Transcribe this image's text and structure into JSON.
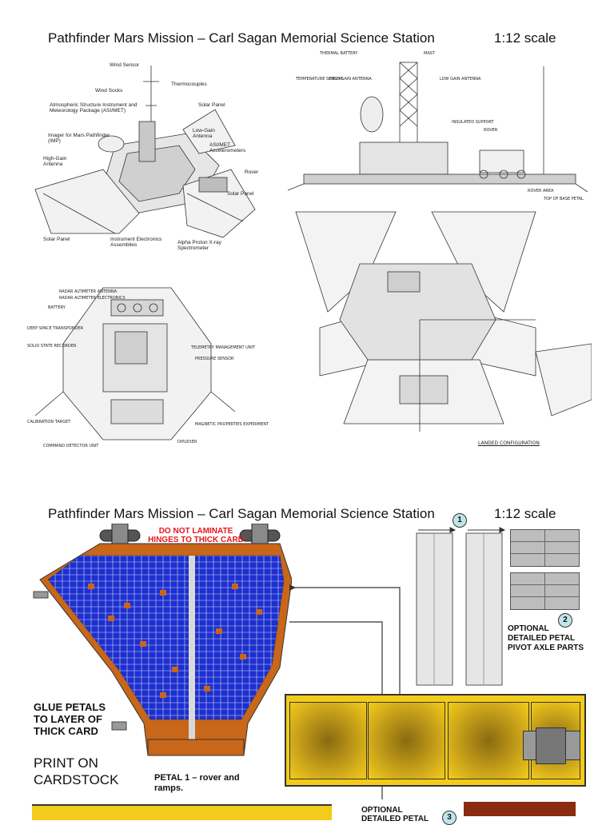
{
  "header": {
    "title": "Pathfinder Mars Mission – Carl Sagan Memorial Science Station",
    "scale": "1:12 scale"
  },
  "exploded_diagram": {
    "labels": [
      "Wind Sensor",
      "Wind Socks",
      "Thermocouples",
      "Atmospheric Structure Instrument and Meteorology Package (ASI/MET)",
      "Imager for Mars Pathfinder (IMP)",
      "Solar Panel",
      "High-Gain Antenna",
      "Low-Gain Antenna",
      "ASI/MET Accelerometers",
      "Rover",
      "Solar Panel",
      "Solar Panel",
      "Instrument Electronics Assemblies",
      "Alpha Proton X-ray Spectrometer"
    ]
  },
  "side_view": {
    "caption": "LANDED CONFIGURATION",
    "labels": [
      "THERMAL BATTERY",
      "TEMPERATURE SENSOR",
      "MAST",
      "HIGH GAIN ANTENNA",
      "LOW GAIN ANTENNA",
      "INSULATED SUPPORT",
      "ROVER",
      "ROVER AREA",
      "TOP OF BASE PETAL"
    ]
  },
  "top_view": {
    "labels": [
      "RADAR ALTIMETER ANTENNA",
      "RADAR ALTIMETER ELECTRONICS",
      "BATTERY",
      "DEEP SPACE TRANSPONDER",
      "SOLID STATE RECORDER",
      "TELEMETRY MANAGEMENT UNIT",
      "PRESSURE SENSOR",
      "CALIBRATION TARGET",
      "MAGNETIC PROPERTIES EXPERIMENT",
      "DIPLEXER",
      "COMMAND DETECTOR UNIT"
    ]
  },
  "sheet2": {
    "warning": "DO NOT LAMINATE HINGES TO THICK CARD",
    "glue_note": "GLUE PETALS TO LAYER OF THICK CARD",
    "print_note": "PRINT ON CARDSTOCK",
    "petal_caption": "PETAL 1 – rover and ramps.",
    "parts": [
      {
        "number": "1",
        "label": ""
      },
      {
        "number": "2",
        "label": "OPTIONAL DETAILED PETAL PIVOT AXLE PARTS"
      },
      {
        "number": "3",
        "label": "OPTIONAL DETAILED PETAL"
      }
    ]
  },
  "colors": {
    "solar_cell": "#1c2fd0",
    "petal_frame": "#c8661a",
    "ramp_yellow": "#f3cb1a",
    "axle_gray": "#bdbdbd",
    "warning_red": "#e8141c",
    "badge": "#bfe5ea",
    "brown_strip": "#8b2b10"
  }
}
